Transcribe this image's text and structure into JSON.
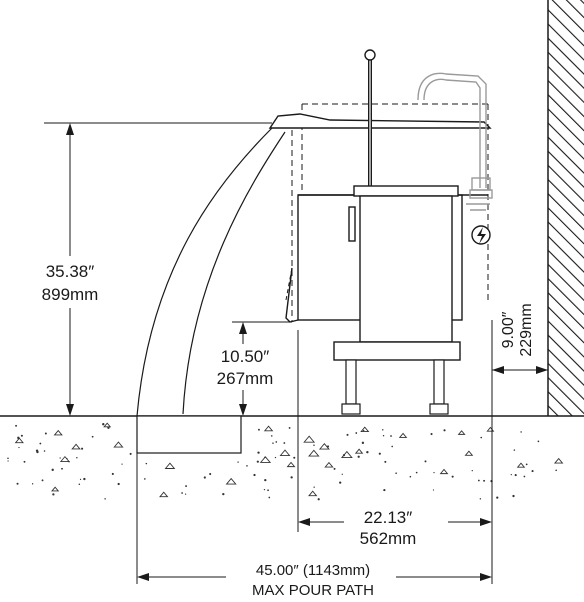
{
  "dimensions": {
    "height_total": {
      "imperial": "35.38″",
      "metric": "899mm"
    },
    "pour_height": {
      "imperial": "10.50″",
      "metric": "267mm"
    },
    "wall_clearance": {
      "imperial": "9.00″",
      "metric": "229mm"
    },
    "depth": {
      "imperial": "22.13″",
      "metric": "562mm"
    },
    "pour_path": {
      "value": "45.00″ (1143mm)",
      "label": "MAX POUR PATH"
    }
  },
  "icons": {
    "electrical": "lightning-bolt-icon",
    "wall": "hatched-wall",
    "floor": "concrete-floor"
  },
  "colors": {
    "line": "#1a1a1a",
    "faucet": "#9a9a9a",
    "floor_speckle": "#333333"
  }
}
